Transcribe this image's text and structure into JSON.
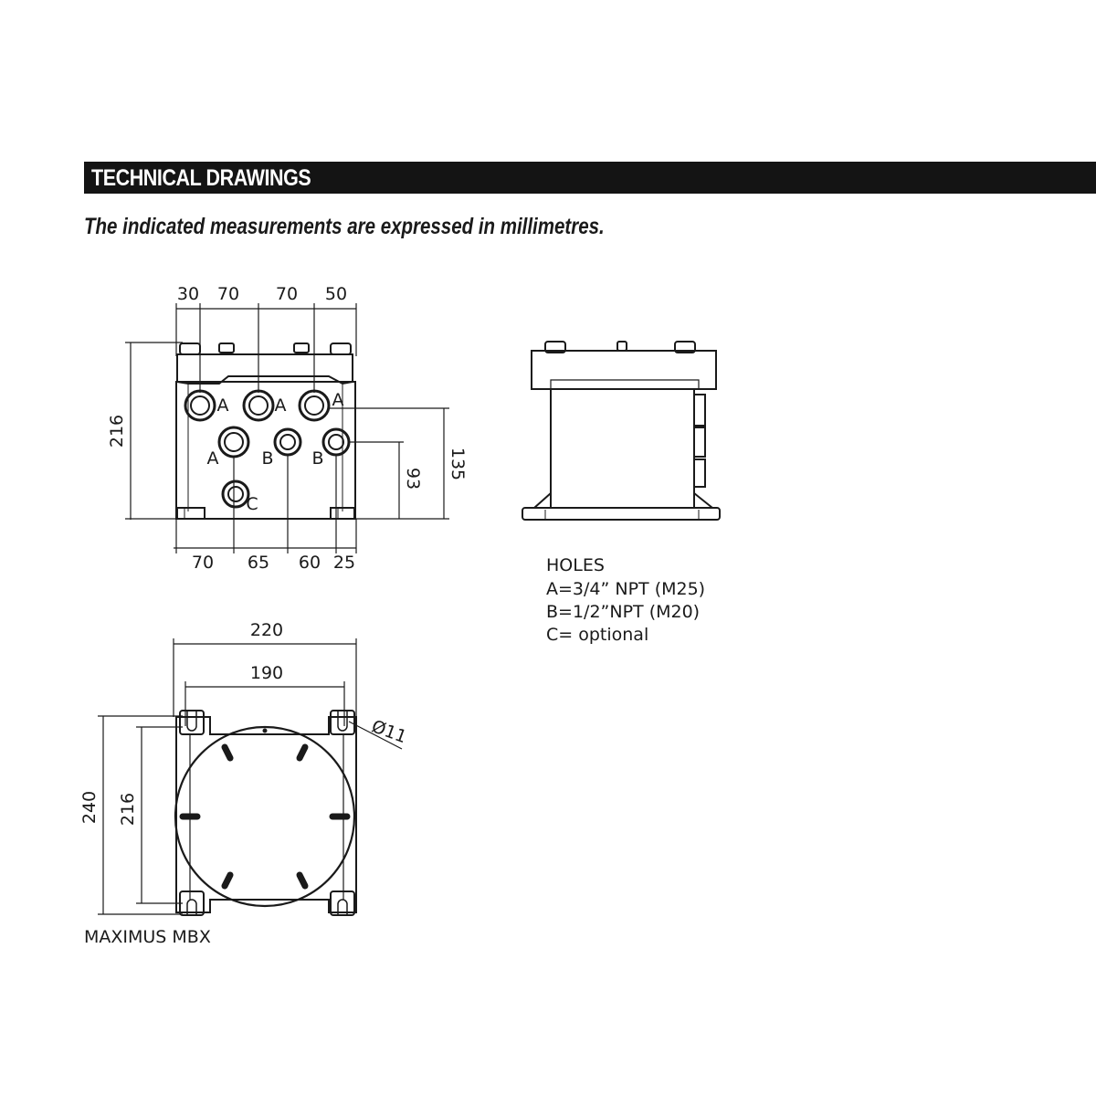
{
  "header": {
    "title": "TECHNICAL DRAWINGS"
  },
  "subtitle": "The indicated measurements are expressed in millimetres.",
  "front_view": {
    "top_dims": [
      "30",
      "70",
      "70",
      "50"
    ],
    "bottom_dims": [
      "70",
      "65",
      "60",
      "25"
    ],
    "height_dim": "216",
    "right_dims": [
      "93",
      "135"
    ],
    "hole_labels": [
      "A",
      "A",
      "A",
      "A",
      "B",
      "B",
      "C"
    ]
  },
  "holes_legend": {
    "title": "HOLES",
    "lines": [
      "A=3/4” NPT (M25)",
      "B=1/2”NPT (M20)",
      "C= optional"
    ]
  },
  "top_view": {
    "width_outer": "220",
    "width_inner": "190",
    "height_outer": "240",
    "height_inner": "216",
    "hole_diameter": "Ø11"
  },
  "product_name": "MAXIMUS MBX",
  "colors": {
    "title_bar": "#141414",
    "line": "#1a1a1a"
  }
}
